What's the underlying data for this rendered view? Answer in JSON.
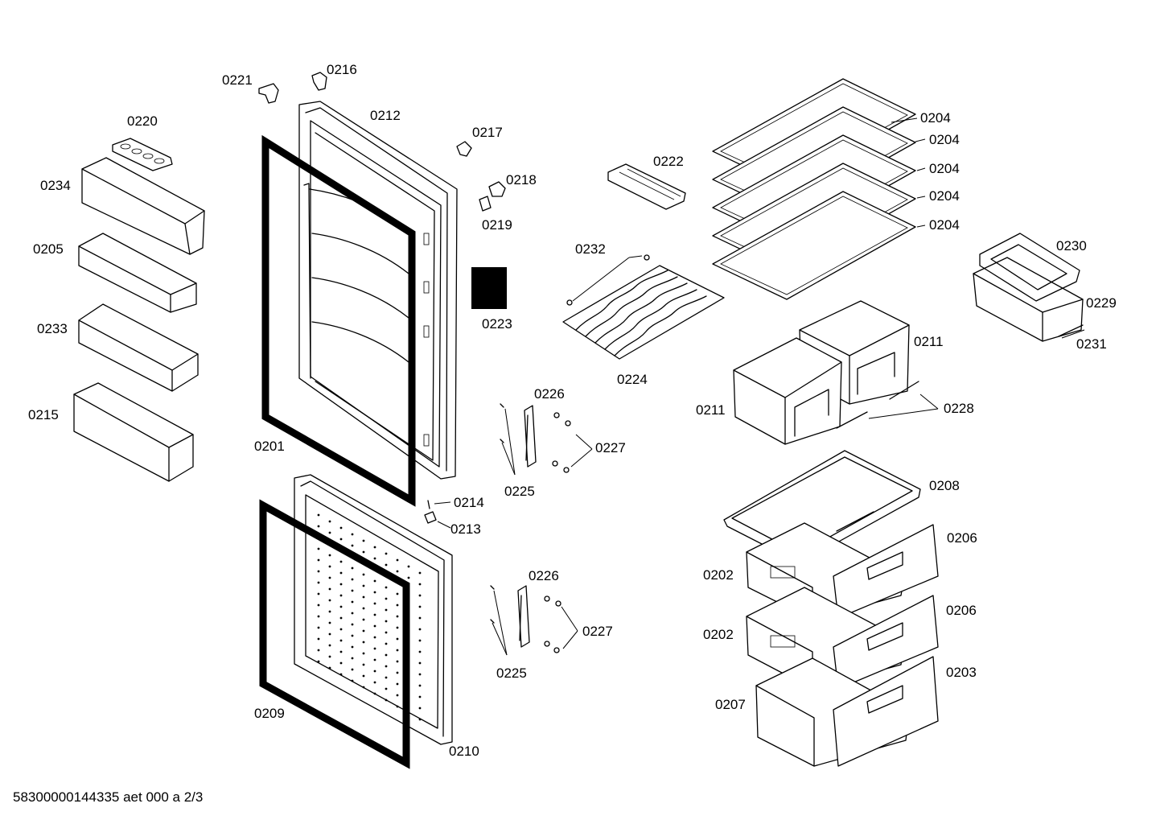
{
  "document_id": "58300000144335 aet 000 a 2/3",
  "labels": [
    {
      "id": "l0221",
      "text": "0221"
    },
    {
      "id": "l0216",
      "text": "0216"
    },
    {
      "id": "l0212",
      "text": "0212"
    },
    {
      "id": "l0217",
      "text": "0217"
    },
    {
      "id": "l0218",
      "text": "0218"
    },
    {
      "id": "l0219",
      "text": "0219"
    },
    {
      "id": "l0220",
      "text": "0220"
    },
    {
      "id": "l0234",
      "text": "0234"
    },
    {
      "id": "l0205",
      "text": "0205"
    },
    {
      "id": "l0233",
      "text": "0233"
    },
    {
      "id": "l0215",
      "text": "0215"
    },
    {
      "id": "l0201",
      "text": "0201"
    },
    {
      "id": "l0223",
      "text": "0223"
    },
    {
      "id": "l0222",
      "text": "0222"
    },
    {
      "id": "l0232",
      "text": "0232"
    },
    {
      "id": "l0224",
      "text": "0224"
    },
    {
      "id": "l0204a",
      "text": "0204"
    },
    {
      "id": "l0204b",
      "text": "0204"
    },
    {
      "id": "l0204c",
      "text": "0204"
    },
    {
      "id": "l0204d",
      "text": "0204"
    },
    {
      "id": "l0204e",
      "text": "0204"
    },
    {
      "id": "l0230",
      "text": "0230"
    },
    {
      "id": "l0229",
      "text": "0229"
    },
    {
      "id": "l0231",
      "text": "0231"
    },
    {
      "id": "l0211a",
      "text": "0211"
    },
    {
      "id": "l0211b",
      "text": "0211"
    },
    {
      "id": "l0228",
      "text": "0228"
    },
    {
      "id": "l0226a",
      "text": "0226"
    },
    {
      "id": "l0227a",
      "text": "0227"
    },
    {
      "id": "l0225a",
      "text": "0225"
    },
    {
      "id": "l0214",
      "text": "0214"
    },
    {
      "id": "l0213",
      "text": "0213"
    },
    {
      "id": "l0226b",
      "text": "0226"
    },
    {
      "id": "l0227b",
      "text": "0227"
    },
    {
      "id": "l0225b",
      "text": "0225"
    },
    {
      "id": "l0209",
      "text": "0209"
    },
    {
      "id": "l0210",
      "text": "0210"
    },
    {
      "id": "l0208",
      "text": "0208"
    },
    {
      "id": "l0206a",
      "text": "0206"
    },
    {
      "id": "l0202a",
      "text": "0202"
    },
    {
      "id": "l0206b",
      "text": "0206"
    },
    {
      "id": "l0202b",
      "text": "0202"
    },
    {
      "id": "l0203",
      "text": "0203"
    },
    {
      "id": "l0207",
      "text": "0207"
    }
  ]
}
